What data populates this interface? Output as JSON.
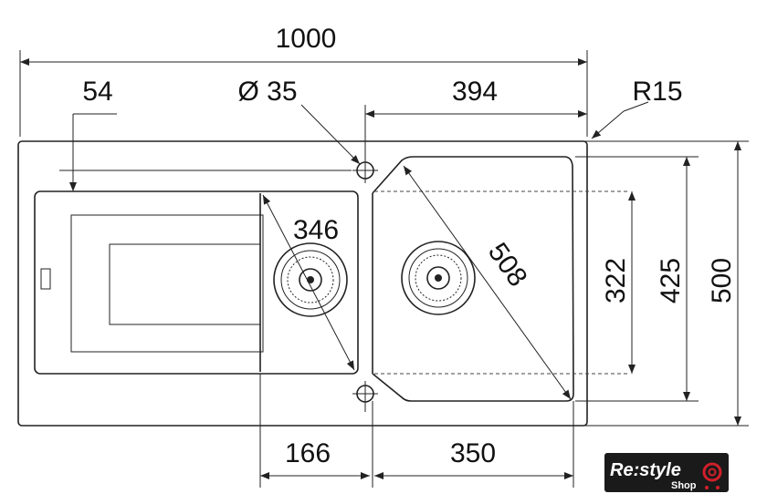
{
  "drawing": {
    "dimensions": {
      "total_width": "1000",
      "drainer_offset": "54",
      "tap_hole": "Ø 35",
      "bowl_offset": "394",
      "corner_radius": "R15",
      "small_bowl_diagonal": "346",
      "large_bowl_diagonal": "508",
      "bowl_inner_depth": "322",
      "bowl_depth": "425",
      "total_depth": "500",
      "small_bowl_width": "166",
      "large_bowl_width": "350"
    }
  },
  "logo": {
    "name": "Re:style",
    "sub": "Shop",
    "colors": {
      "bg": "#1a1a1a",
      "accent": "#d0202a"
    }
  }
}
